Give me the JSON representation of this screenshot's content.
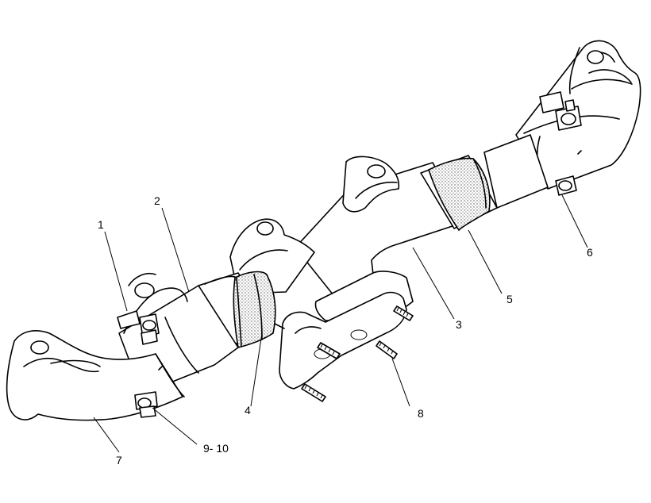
{
  "callouts": {
    "c1": "1",
    "c2": "2",
    "c3": "3",
    "c4": "4",
    "c5": "5",
    "c6": "6",
    "c7": "7",
    "c8": "8",
    "c9_10": "9- 10"
  },
  "colors": {
    "line": "#000000",
    "background": "#ffffff",
    "gasket": "#cfcfcf"
  }
}
